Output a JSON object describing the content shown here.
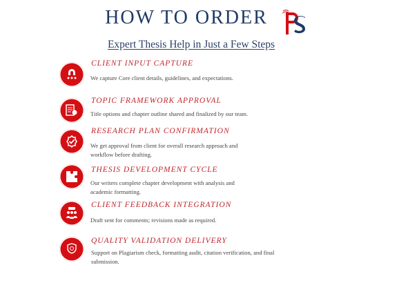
{
  "header": {
    "title": "HOW TO ORDER",
    "subtitle": "Expert Thesis Help in Just a Few Steps",
    "logo_text": "PS"
  },
  "colors": {
    "accent": "#d40f14",
    "navy": "#1f3a66"
  },
  "steps": [
    {
      "title": "CLIENT INPUT CAPTURE",
      "desc": "We capture Core client details, guidelines, and expectations.",
      "icon": "magnet-users-icon"
    },
    {
      "title": "TOPIC FRAMEWORK APPROVAL",
      "desc": "Title options and chapter outline shared and finalized by our team.",
      "icon": "checklist-icon"
    },
    {
      "title": "RESEARCH PLAN CONFIRMATION",
      "desc": "We get approval from client for overall research approach and workflow before drafting.",
      "icon": "badge-check-icon"
    },
    {
      "title": "THESIS DEVELOPMENT CYCLE",
      "desc": "Our writers complete chapter development with analysis and academic formatting.",
      "icon": "puzzle-icon"
    },
    {
      "title": "CLIENT FEEDBACK INTEGRATION",
      "desc": "Draft sent for comments; revisions made as required.",
      "icon": "feedback-group-icon"
    },
    {
      "title": "QUALITY VALIDATION DELIVERY",
      "desc": "Support on Plagiarism check, formatting audit, citation verification, and final submission.",
      "icon": "quality-award-icon"
    }
  ]
}
